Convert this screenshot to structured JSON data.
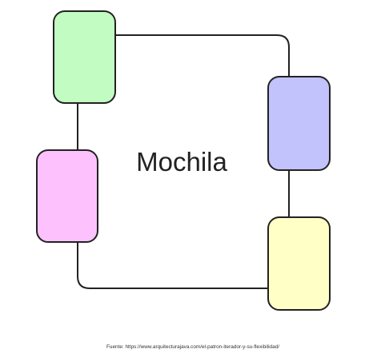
{
  "diagram": {
    "title": "Mochila",
    "blocks": [
      {
        "id": "green",
        "color": "#c2fcc2"
      },
      {
        "id": "purple",
        "color": "#c2c2fc"
      },
      {
        "id": "pink",
        "color": "#fdc2fd"
      },
      {
        "id": "yellow",
        "color": "#ffffc6"
      }
    ],
    "connector_color": "#222222",
    "block_border_color": "#222222"
  },
  "footer": {
    "source": "Fuente: https://www.arquitecturajava.com/el-patron-iterador-y-su-flexibilidad/"
  }
}
